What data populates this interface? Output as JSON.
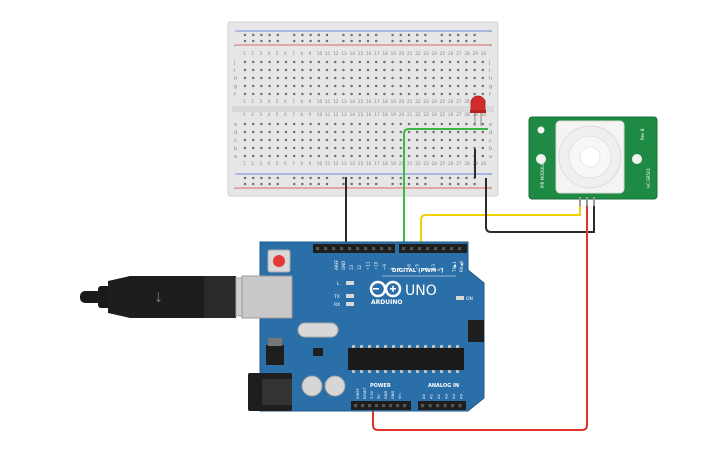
{
  "breadboard": {
    "plus": "+",
    "minus": "-",
    "row_letters_top": [
      "j",
      "i",
      "h",
      "g",
      "f"
    ],
    "row_letters_bottom": [
      "e",
      "d",
      "c",
      "b",
      "a"
    ],
    "column_numbers": [
      "1",
      "2",
      "3",
      "4",
      "5",
      "6",
      "7",
      "8",
      "9",
      "10",
      "11",
      "12",
      "13",
      "14",
      "15",
      "16",
      "17",
      "18",
      "19",
      "20",
      "21",
      "22",
      "23",
      "24",
      "25",
      "26",
      "27",
      "28",
      "29",
      "30"
    ]
  },
  "arduino": {
    "brand": "ARDUINO",
    "model": "UNO",
    "digital_label": "DIGITAL (PWM~)",
    "power_label": "POWER",
    "analog_label": "ANALOG IN",
    "on_label": "ON",
    "l_label": "L",
    "tx_label": "TX",
    "rx_label": "RX",
    "aref": "AREF",
    "gnd": "GND",
    "tx_pin": "TX▶1",
    "rx_pin": "RX◀0",
    "digital_pins": [
      "13",
      "12",
      "~11",
      "~10",
      "~9",
      "8",
      "7",
      "~6",
      "~5",
      "4",
      "~3",
      "2"
    ],
    "power_pins": [
      "IOREF",
      "RESET",
      "3.3V",
      "5V",
      "GND",
      "GND",
      "Vin"
    ],
    "analog_pins": [
      "A0",
      "A1",
      "A2",
      "A3",
      "A4",
      "A5"
    ]
  },
  "pir_sensor": {
    "side_text_left": "PIR MODULE",
    "side_text_right": "HC-SR501",
    "label_top": "Rev B"
  },
  "colors": {
    "wire_black": "#2b2b2b",
    "wire_green": "#3db74a",
    "wire_yellow": "#f0d000",
    "wire_red": "#e0322a",
    "board_blue": "#2a6fa8",
    "pir_green": "#1f8a44",
    "led_red": "#d42a2a"
  },
  "icons": [
    "usb-cable-icon",
    "arduino-infinity-logo-icon",
    "led-icon"
  ]
}
